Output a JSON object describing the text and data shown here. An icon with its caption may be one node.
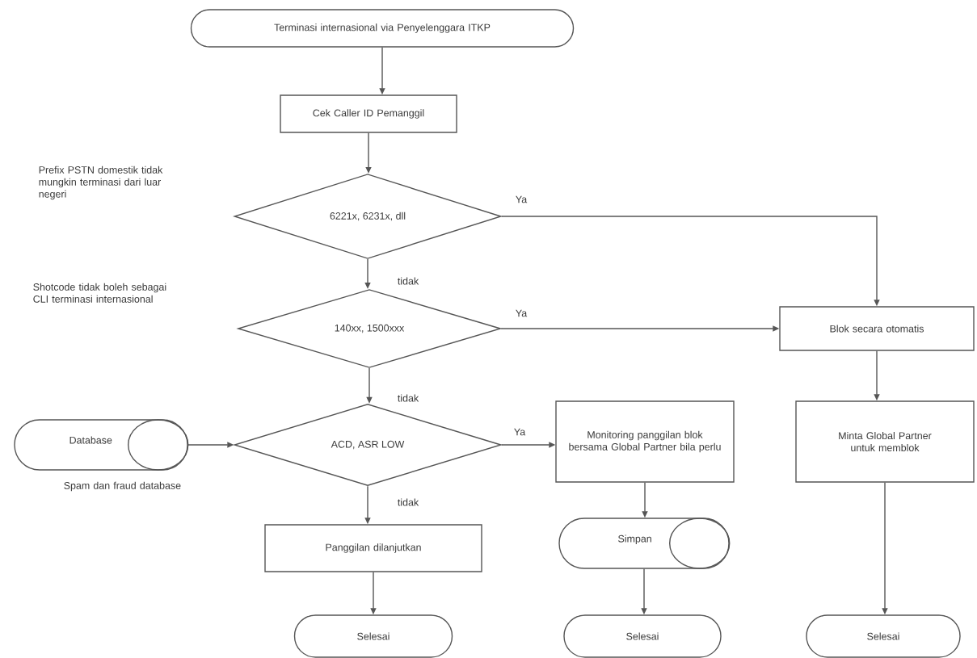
{
  "diagram": {
    "nodes": [
      {
        "text": [
          "Terminasi internasional via Penyelenggara ITKP"
        ]
      },
      {
        "text": [
          "Cek Caller ID Pemanggil"
        ]
      },
      {
        "text": [
          "6221x, 6231x, dll"
        ]
      },
      {
        "text": [
          "140xx, 1500xxx"
        ]
      },
      {
        "text": [
          "Blok secara otomatis"
        ]
      },
      {
        "text": [
          "Database"
        ],
        "beside": [
          "Spam dan fraud database"
        ]
      },
      {
        "text": [
          "ACD, ASR LOW"
        ]
      },
      {
        "text": [
          "Monitoring panggilan blok bersama Global Partner bila perlu"
        ]
      },
      {
        "text": [
          "Minta Global Partner untuk memblok"
        ]
      },
      {
        "text": [
          "Panggilan dilanjutkan"
        ]
      },
      {
        "text": [
          "Simpan"
        ]
      },
      {
        "text": [
          "Selesai"
        ]
      },
      {
        "text": [
          "Selesai"
        ]
      },
      {
        "text": [
          "Selesai"
        ]
      }
    ],
    "edges": [
      {
        "from": 0,
        "to": 1,
        "arrow": "to"
      },
      {
        "from": 1,
        "to": 2,
        "arrow": "to"
      },
      {
        "from": 2,
        "to": 4,
        "arrow": "to",
        "label": "Ya"
      },
      {
        "from": 2,
        "to": 3,
        "arrow": "to",
        "label": "tidak"
      },
      {
        "from": 3,
        "to": 4,
        "arrow": "to",
        "label": "Ya"
      },
      {
        "from": 3,
        "to": 6,
        "arrow": "to",
        "label": "tidak"
      },
      {
        "from": 5,
        "to": 6,
        "arrow": "to"
      },
      {
        "from": 6,
        "to": 7,
        "arrow": "to",
        "label": "Ya"
      },
      {
        "from": 6,
        "to": 9,
        "arrow": "to",
        "label": "tidak"
      },
      {
        "from": 4,
        "to": 8,
        "arrow": "to"
      },
      {
        "from": 7,
        "to": 10,
        "arrow": "to"
      },
      {
        "from": 8,
        "to": 13,
        "arrow": "to"
      },
      {
        "from": 9,
        "to": 11,
        "arrow": "to"
      },
      {
        "from": 10,
        "to": 12,
        "arrow": "to"
      }
    ],
    "labels": [
      "Prefix PSTN domestik tidak mungkin terminasi dari luar negeri",
      "Shotcode tidak boleh sebagai CLI terminasi internasional"
    ]
  }
}
